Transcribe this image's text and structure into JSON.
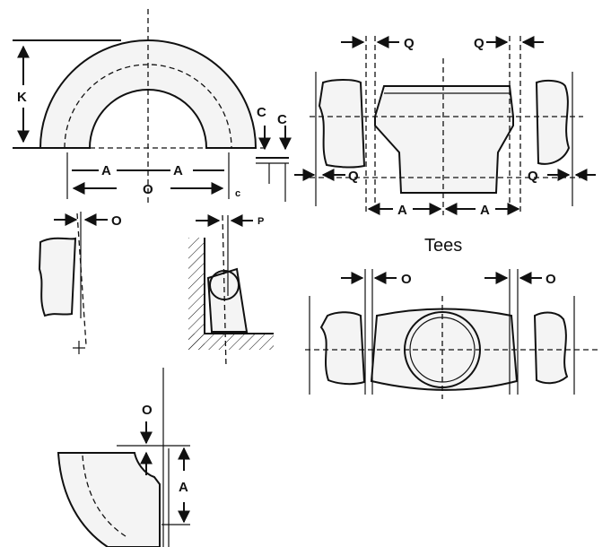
{
  "labels": {
    "k": "K",
    "a_left": "A",
    "a_right": "A",
    "o_bottom": "O",
    "c1": "C",
    "c2": "C",
    "c_small": "c",
    "o_flange": "O",
    "p_wall": "P",
    "q_top_left": "Q",
    "q_top_right": "Q",
    "q_mid_left": "Q",
    "q_mid_right": "Q",
    "a_tee_left": "A",
    "a_tee_right": "A",
    "tees_caption": "Tees",
    "o_cross_left": "O",
    "o_cross_right": "O",
    "o_elbow": "O",
    "a_elbow": "A"
  }
}
